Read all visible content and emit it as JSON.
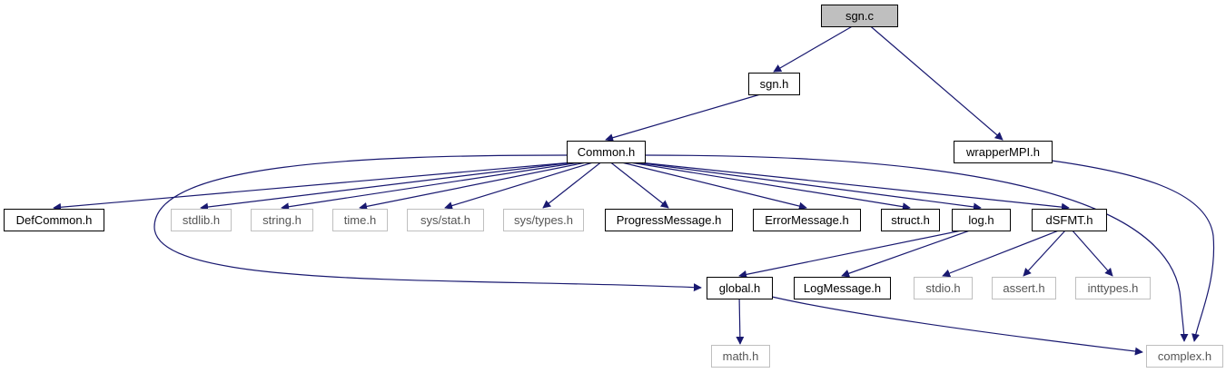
{
  "nodes": {
    "sgn_c": {
      "label": "sgn.c",
      "kind": "root"
    },
    "sgn_h": {
      "label": "sgn.h",
      "kind": "local"
    },
    "common_h": {
      "label": "Common.h",
      "kind": "local"
    },
    "wrappermpi_h": {
      "label": "wrapperMPI.h",
      "kind": "local"
    },
    "defcommon_h": {
      "label": "DefCommon.h",
      "kind": "local"
    },
    "stdlib_h": {
      "label": "stdlib.h",
      "kind": "system"
    },
    "string_h": {
      "label": "string.h",
      "kind": "system"
    },
    "time_h": {
      "label": "time.h",
      "kind": "system"
    },
    "sys_stat_h": {
      "label": "sys/stat.h",
      "kind": "system"
    },
    "sys_types_h": {
      "label": "sys/types.h",
      "kind": "system"
    },
    "progress_h": {
      "label": "ProgressMessage.h",
      "kind": "local"
    },
    "error_h": {
      "label": "ErrorMessage.h",
      "kind": "local"
    },
    "struct_h": {
      "label": "struct.h",
      "kind": "local"
    },
    "log_h": {
      "label": "log.h",
      "kind": "local"
    },
    "dsfmt_h": {
      "label": "dSFMT.h",
      "kind": "local"
    },
    "global_h": {
      "label": "global.h",
      "kind": "local"
    },
    "logmessage_h": {
      "label": "LogMessage.h",
      "kind": "local"
    },
    "stdio_h": {
      "label": "stdio.h",
      "kind": "system"
    },
    "assert_h": {
      "label": "assert.h",
      "kind": "system"
    },
    "inttypes_h": {
      "label": "inttypes.h",
      "kind": "system"
    },
    "math_h": {
      "label": "math.h",
      "kind": "system"
    },
    "complex_h": {
      "label": "complex.h",
      "kind": "system"
    }
  },
  "edges": [
    [
      "sgn_c",
      "sgn_h"
    ],
    [
      "sgn_c",
      "wrappermpi_h"
    ],
    [
      "sgn_h",
      "common_h"
    ],
    [
      "common_h",
      "defcommon_h"
    ],
    [
      "common_h",
      "stdlib_h"
    ],
    [
      "common_h",
      "string_h"
    ],
    [
      "common_h",
      "time_h"
    ],
    [
      "common_h",
      "sys_stat_h"
    ],
    [
      "common_h",
      "sys_types_h"
    ],
    [
      "common_h",
      "progress_h"
    ],
    [
      "common_h",
      "error_h"
    ],
    [
      "common_h",
      "struct_h"
    ],
    [
      "common_h",
      "log_h"
    ],
    [
      "common_h",
      "dsfmt_h"
    ],
    [
      "common_h",
      "global_h"
    ],
    [
      "common_h",
      "complex_h"
    ],
    [
      "wrappermpi_h",
      "complex_h"
    ],
    [
      "log_h",
      "global_h"
    ],
    [
      "log_h",
      "logmessage_h"
    ],
    [
      "dsfmt_h",
      "stdio_h"
    ],
    [
      "dsfmt_h",
      "assert_h"
    ],
    [
      "dsfmt_h",
      "inttypes_h"
    ],
    [
      "global_h",
      "math_h"
    ],
    [
      "global_h",
      "complex_h"
    ]
  ],
  "colors": {
    "root_fill": "#bfbfbf",
    "local_stroke": "#000000",
    "system_stroke": "#bfbfbf",
    "edge": "#191970"
  }
}
